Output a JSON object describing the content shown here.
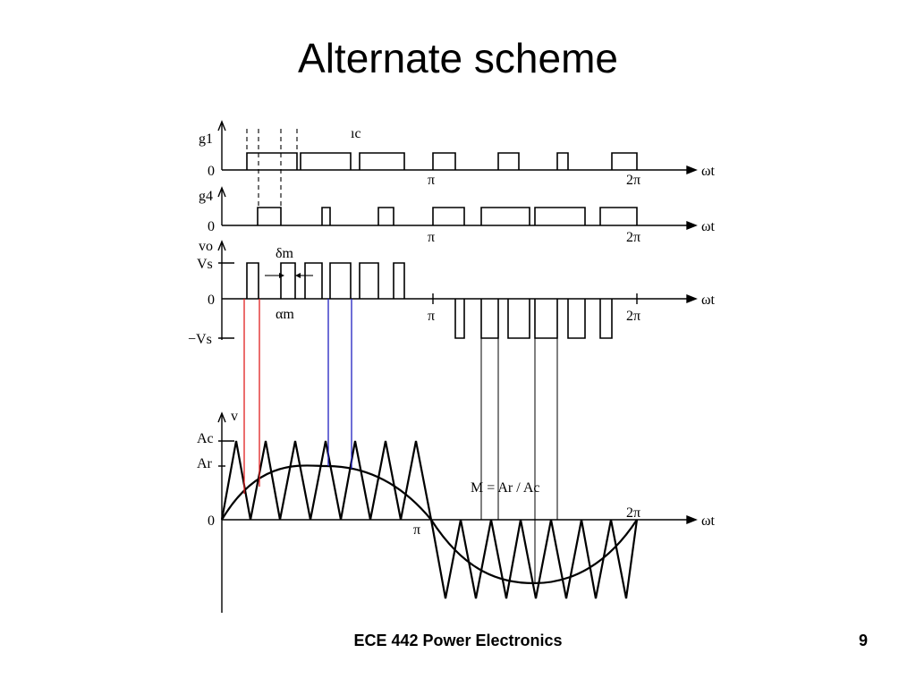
{
  "slide": {
    "title": "Alternate scheme",
    "footer": "ECE 442 Power Electronics",
    "page_number": "9"
  },
  "diagram": {
    "g1_label": "g1",
    "g4_label": "g4",
    "vo_label": "vo",
    "v_label": "v",
    "zero_label": "0",
    "vs_label": "Vs",
    "neg_vs_label": "−Vs",
    "ac_label": "Ac",
    "ar_label": "Ar",
    "delta_label": "δm",
    "alpha_label": "αm",
    "tc_label": "ıc",
    "pi_label": "π",
    "two_pi_label": "2π",
    "omega_t_label": "ωt",
    "modulation_index": "M = Ar / Ac",
    "colors": {
      "ink": "#000000",
      "red_marker": "#e02020",
      "blue_marker": "#2020c0"
    }
  }
}
